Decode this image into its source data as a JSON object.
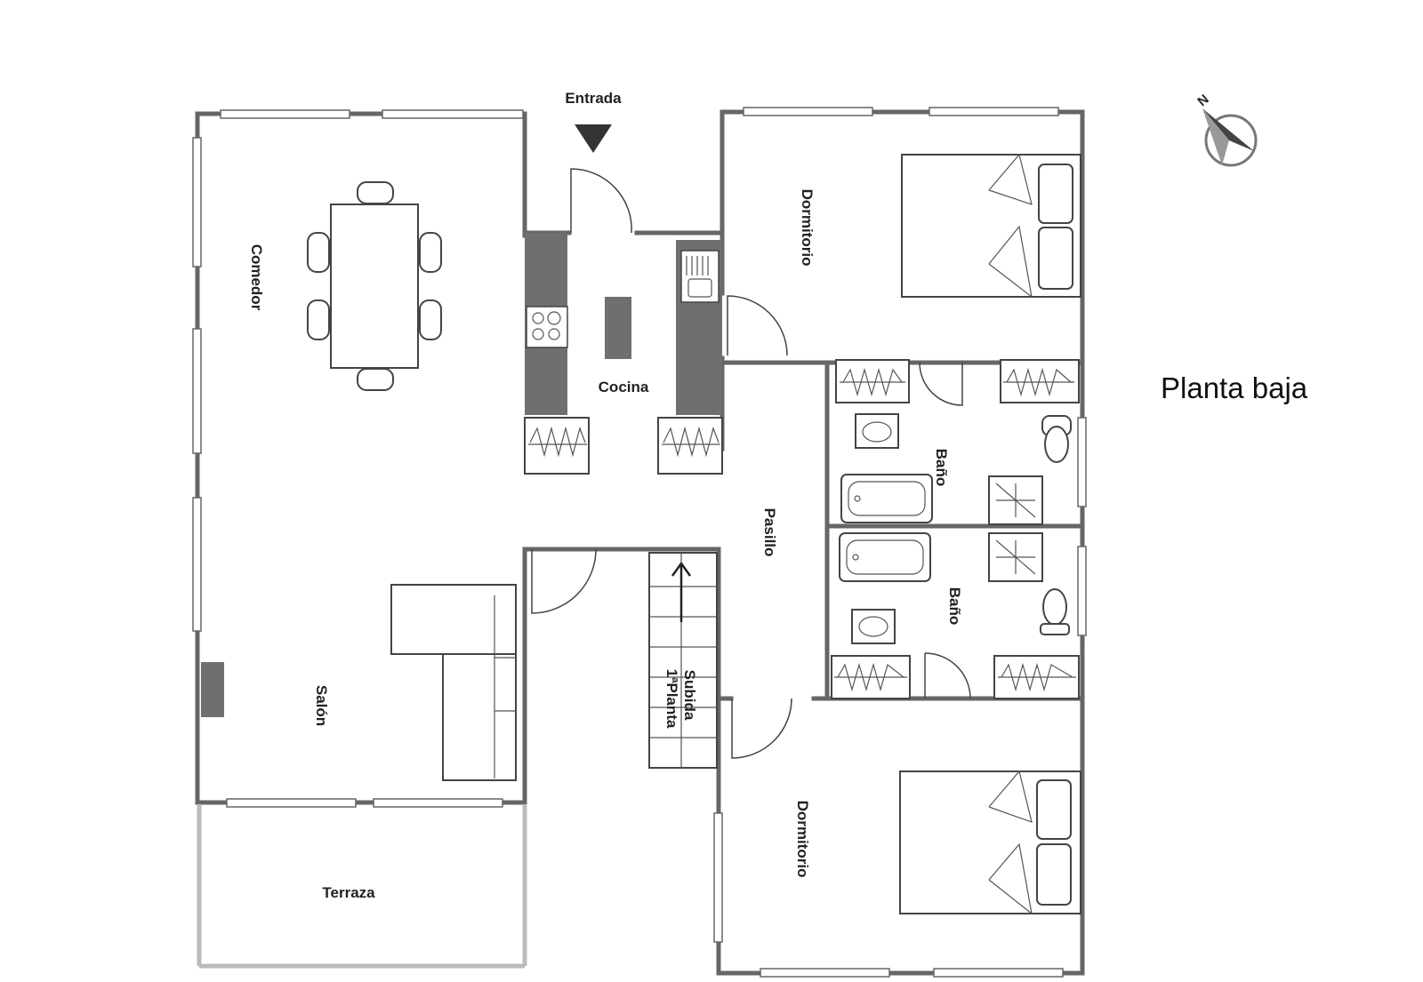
{
  "title": "Planta baja",
  "compass": {
    "label": "N",
    "icon": "compass-north-icon"
  },
  "entrance": {
    "label": "Entrada",
    "icon": "entrance-arrow-icon"
  },
  "rooms": {
    "comedor": "Comedor",
    "cocina": "Cocina",
    "dormitorio_top": "Dormitorio",
    "bano_top": "Baño",
    "pasillo": "Pasillo",
    "bano_bottom": "Baño",
    "salon": "Salón",
    "subida_line1": "Subida",
    "subida_line2": "1ªPlanta",
    "dormitorio_bottom": "Dormitorio",
    "terraza": "Terraza"
  },
  "colors": {
    "wall": "#666666",
    "terrace_wall": "#bbbbbb",
    "counter": "#6f6f6f",
    "text": "#222222"
  }
}
